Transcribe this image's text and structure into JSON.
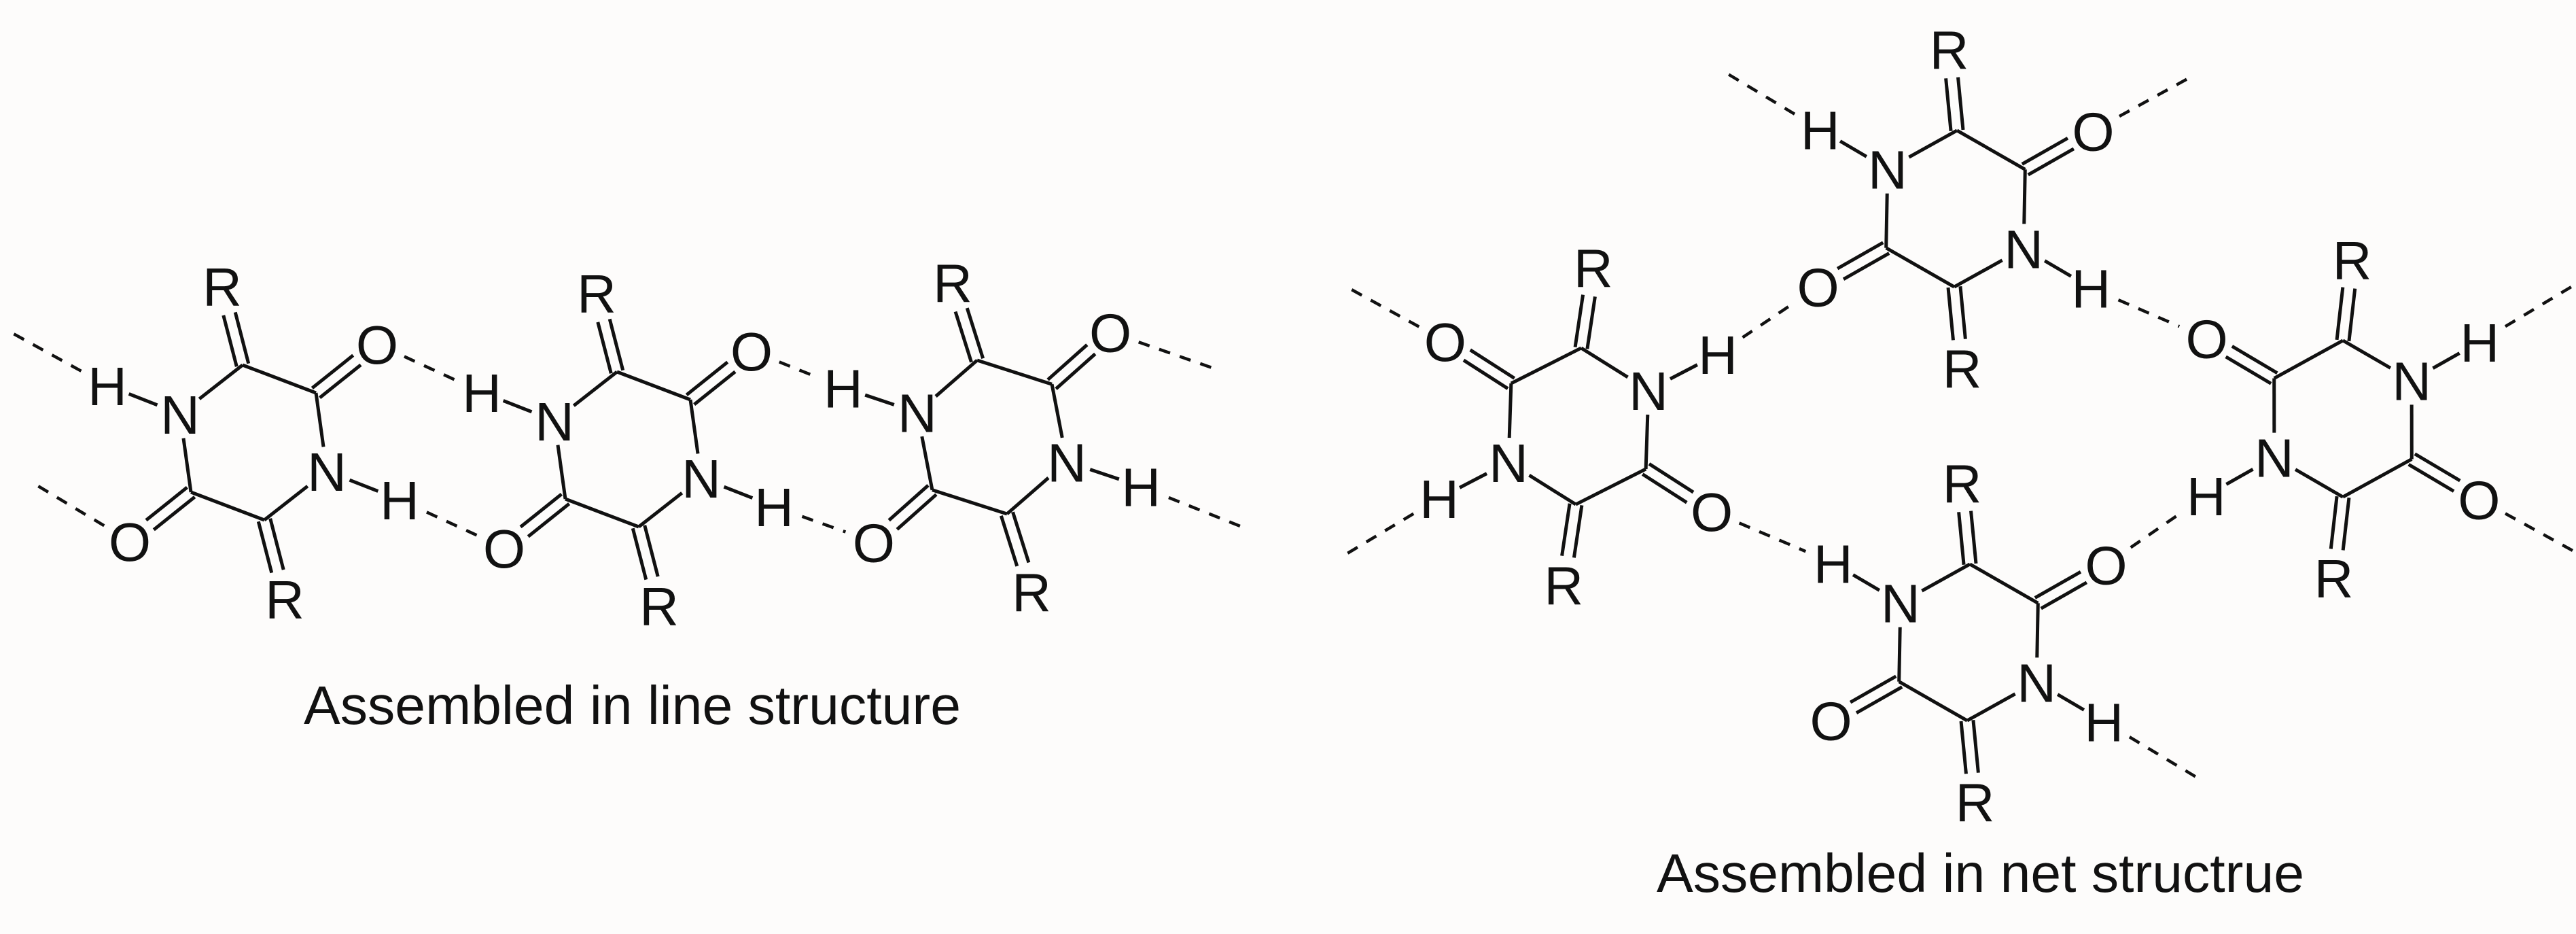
{
  "atom_labels": {
    "N": "N",
    "O": "O",
    "R": "R",
    "H": "H"
  },
  "panels": {
    "line": {
      "caption": "Assembled in line structure"
    },
    "net": {
      "caption": "Assembled in net structrue"
    }
  },
  "colors": {
    "ink": "#111111",
    "background": "#fdfcfb"
  }
}
